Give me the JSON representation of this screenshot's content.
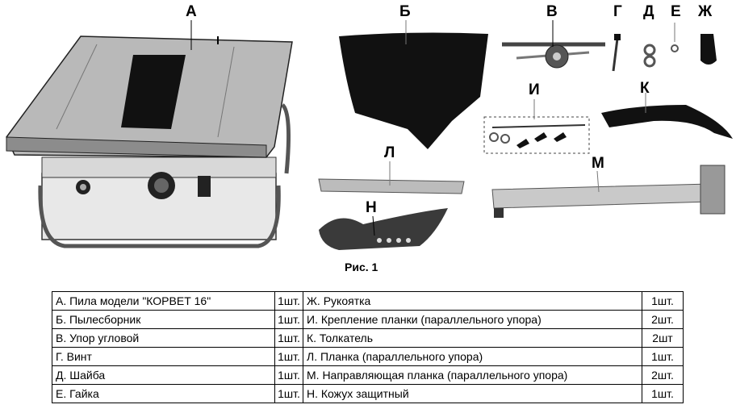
{
  "labels": {
    "a": "А",
    "b": "Б",
    "v": "В",
    "g": "Г",
    "d": "Д",
    "e": "Е",
    "zh": "Ж",
    "i": "И",
    "k": "К",
    "l": "Л",
    "m": "М",
    "n": "Н"
  },
  "caption": "Рис. 1",
  "parts": [
    {
      "left": "А. Пила модели \"КОРВЕТ 16\"",
      "left_qty": "1шт.",
      "right": "Ж. Рукоятка",
      "right_qty": "1шт."
    },
    {
      "left": "Б. Пылесборник",
      "left_qty": "1шт.",
      "right": "И. Крепление  планки (параллельного упора)",
      "right_qty": "2шт."
    },
    {
      "left": "В. Упор угловой",
      "left_qty": "1шт.",
      "right": "К. Толкатель",
      "right_qty": "2шт"
    },
    {
      "left": "Г.  Винт",
      "left_qty": "1шт.",
      "right": "Л.  Планка (параллельного упора)",
      "right_qty": "1шт."
    },
    {
      "left": "Д. Шайба",
      "left_qty": "1шт.",
      "right": "М. Направляющая планка (параллельного упора)",
      "right_qty": "2шт."
    },
    {
      "left": "Е. Гайка",
      "left_qty": "1шт.",
      "right": "Н.  Кожух защитный",
      "right_qty": "1шт."
    }
  ]
}
